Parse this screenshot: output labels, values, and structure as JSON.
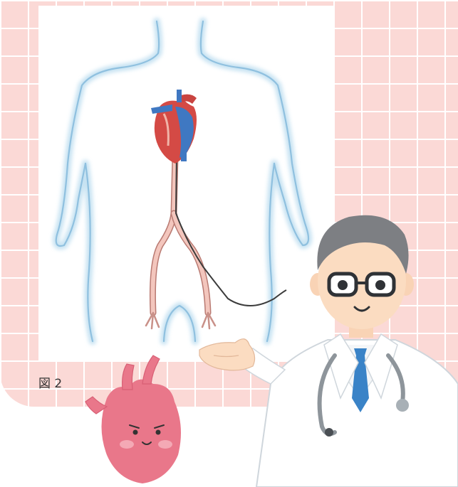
{
  "figure": {
    "caption": "図 2"
  },
  "colors": {
    "background_grid": "#fbd9d6",
    "body_outline": "#a9cfe6",
    "artery": "#f3c6bd",
    "heart_red": "#d44a45",
    "heart_blue": "#3f78c2",
    "mascot_pink": "#e9778a",
    "coat": "#ffffff",
    "tie": "#3a83c7",
    "hair": "#7d7f83"
  },
  "icons": [
    "anatomy-body-outline",
    "heart-anatomy-icon",
    "catheter-icon",
    "doctor-character",
    "heart-mascot"
  ]
}
